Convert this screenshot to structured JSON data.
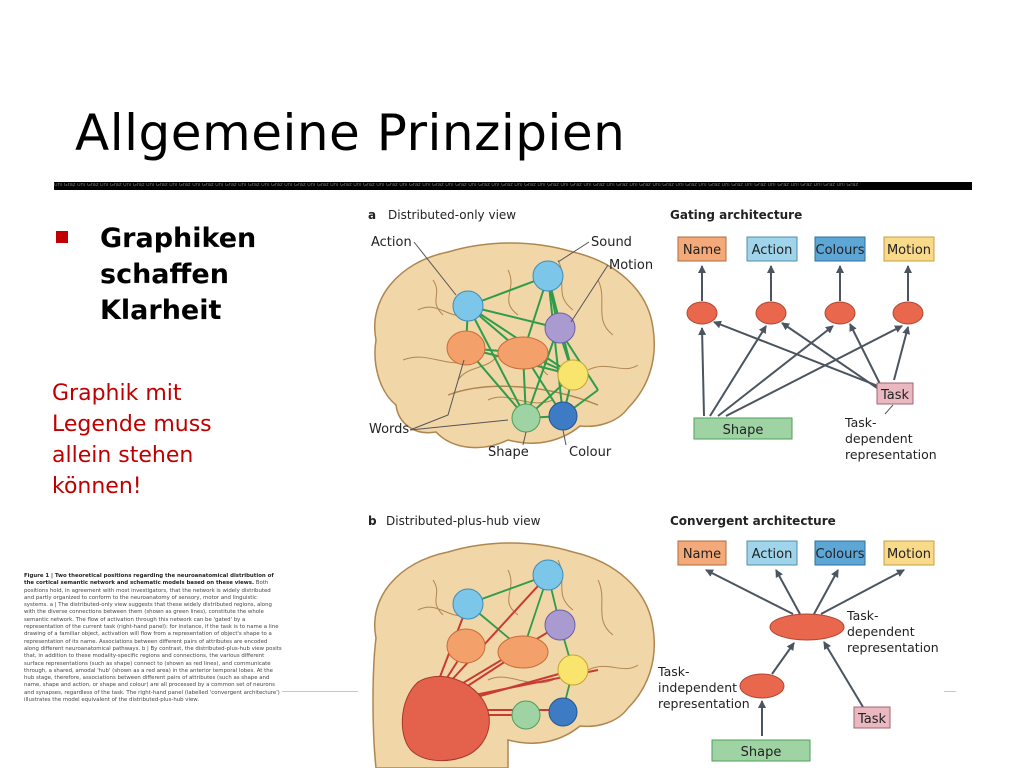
{
  "slide": {
    "title": "Allgemeine Prinzipien",
    "rule_text": "Uni Graz Uni Graz Uni Graz Uni Graz Uni Graz Uni Graz Uni Graz Uni Graz Uni Graz Uni Graz Uni Graz Uni Graz Uni Graz Uni Graz Uni Graz Uni Graz Uni Graz Uni Graz Uni Graz Uni Graz Uni Graz Uni Graz Uni Graz Uni Graz Uni Graz Uni Graz Uni Graz Uni Graz Uni Graz Uni Graz Uni Graz Uni Graz Uni Graz Uni Graz Uni Graz",
    "bullet_lines": [
      "Graphiken",
      "schaffen",
      "Klarheit"
    ],
    "note_lines": [
      "Graphik mit",
      "Legende muss",
      "allein stehen",
      "können!"
    ],
    "accent_color": "#c00000"
  },
  "caption": {
    "lead": "Figure 1 | Two theoretical positions regarding the neuroanatomical distribution of the cortical semantic network and schematic models based on these views.",
    "body": "Both positions hold, in agreement with most investigators, that the network is widely distributed and partly organized to conform to the neuroanatomy of sensory, motor and linguistic systems. a | The distributed-only view suggests that these widely distributed regions, along with the diverse connections between them (shown as green lines), constitute the whole semantic network. The flow of activation through this network can be 'gated' by a representation of the current task (right-hand panel): for instance, if the task is to name a line drawing of a familiar object, activation will flow from a representation of object's shape to a representation of its name. Associations between different pairs of attributes are encoded along different neuroanatomical pathways. b | By contrast, the distributed-plus-hub view posits that, in addition to these modality-specific regions and connections, the various different surface representations (such as shape) connect to (shown as red lines), and communicate through, a shared, amodal 'hub' (shown as a red area) in the anterior temporal lobes. At the hub stage, therefore, associations between different pairs of attributes (such as shape and name, shape and action, or shape and colour) are all processed by a common set of neurons and synapses, regardless of the task. The right-hand panel (labelled 'convergent architecture') illustrates the model equivalent of the distributed-plus-hub view."
  },
  "figure": {
    "panel_a": {
      "letter": "a",
      "title": "Distributed-only view",
      "labels": {
        "action": "Action",
        "sound": "Sound",
        "motion": "Motion",
        "words": "Words",
        "shape": "Shape",
        "colour": "Colour"
      }
    },
    "gating": {
      "title": "Gating architecture",
      "boxes": [
        "Name",
        "Action",
        "Colours",
        "Motion"
      ],
      "task": "Task",
      "shape": "Shape",
      "task_rep": [
        "Task-",
        "dependent",
        "representation"
      ]
    },
    "panel_b": {
      "letter": "b",
      "title": "Distributed-plus-hub view"
    },
    "convergent": {
      "title": "Convergent architecture",
      "boxes": [
        "Name",
        "Action",
        "Colours",
        "Motion"
      ],
      "task_dep": [
        "Task-",
        "dependent",
        "representation"
      ],
      "task_indep": [
        "Task-",
        "independent",
        "representation"
      ],
      "task": "Task",
      "shape": "Shape"
    },
    "colors": {
      "name_box": "#f4a97a",
      "action_box": "#9fd4ea",
      "colours_box": "#5ea6d6",
      "motion_box": "#f9d98a",
      "task_box": "#e9b8c0",
      "shape_box": "#9fd3a4",
      "node_red": "#e8674d",
      "green_line": "#2e9c4a",
      "red_line": "#c93a30",
      "arrow": "#4a5560",
      "brain": "#f1d6a8"
    }
  }
}
